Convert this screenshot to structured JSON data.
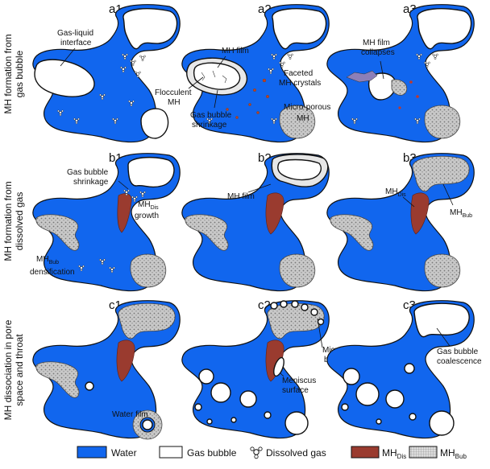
{
  "rows": [
    {
      "label_lines": [
        "MH formation from",
        "gas bubble"
      ]
    },
    {
      "label_lines": [
        "MH formation from",
        "dissolved gas"
      ]
    },
    {
      "label_lines": [
        "MH dissociation in pore",
        "space and throat"
      ]
    }
  ],
  "panels": [
    "a1",
    "a2",
    "a3",
    "b1",
    "b2",
    "b3",
    "c1",
    "c2",
    "c3"
  ],
  "annotations": {
    "gas_liquid_interface": [
      "Gas-liquid",
      "interface"
    ],
    "mh_film_a2": "MH film",
    "flocculent_mh": [
      "Flocculent",
      "MH"
    ],
    "gas_bubble_shrinkage_a2": [
      "Gas bubble",
      "shrinkage"
    ],
    "faceted_mh_crystals": [
      "Faceted",
      "MH crystals"
    ],
    "micro_porous_mh": [
      "Micro-porous",
      "MH"
    ],
    "mh_film_collapses": [
      "MH film",
      "collapses"
    ],
    "gas_bubble_shrinkage_b1": [
      "Gas bubble",
      "shrinkage"
    ],
    "mhdis_growth": {
      "main": "MH",
      "sub": "Dis",
      "after": "growth"
    },
    "mhbub_densification": {
      "main": "MH",
      "sub": "Bub",
      "after": "densification"
    },
    "mh_film_b2": "MH film",
    "mhdis_b3": {
      "main": "MH",
      "sub": "Dis"
    },
    "mhbub_b3": {
      "main": "MH",
      "sub": "Bub"
    },
    "water_film": "Water film",
    "micro_gas_bubble": [
      "Micro gas",
      "bubble"
    ],
    "meniscus_surface": [
      "Meniscus",
      "surface"
    ],
    "gas_bubble_coalescence": [
      "Gas bubble",
      "coalescence"
    ]
  },
  "legend": {
    "water": "Water",
    "gas_bubble": "Gas bubble",
    "dissolved_gas": "Dissolved gas",
    "mhdis": {
      "main": "MH",
      "sub": "Dis"
    },
    "mhbub": {
      "main": "MH",
      "sub": "Bub"
    }
  },
  "colors": {
    "water": "#1166ee",
    "mhdis": "#9a3b2f",
    "gas_bubble": "#ffffff",
    "mhbub": "#bdbdbd"
  }
}
